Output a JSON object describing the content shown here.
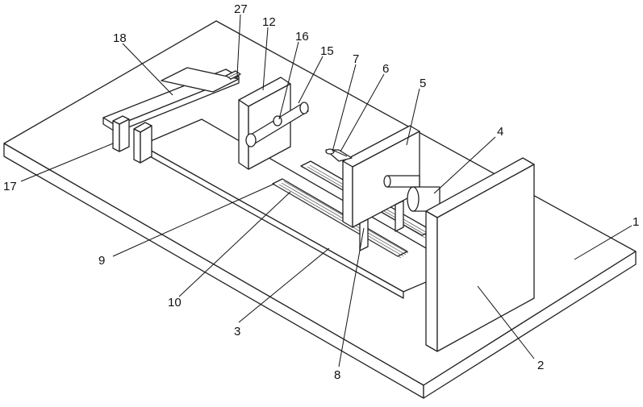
{
  "labels": {
    "l1": "1",
    "l2": "2",
    "l3": "3",
    "l4": "4",
    "l5": "5",
    "l6": "6",
    "l7": "7",
    "l8": "8",
    "l9": "9",
    "l10": "10",
    "l12": "12",
    "l15": "15",
    "l16": "16",
    "l17": "17",
    "l18": "18",
    "l27": "27"
  }
}
